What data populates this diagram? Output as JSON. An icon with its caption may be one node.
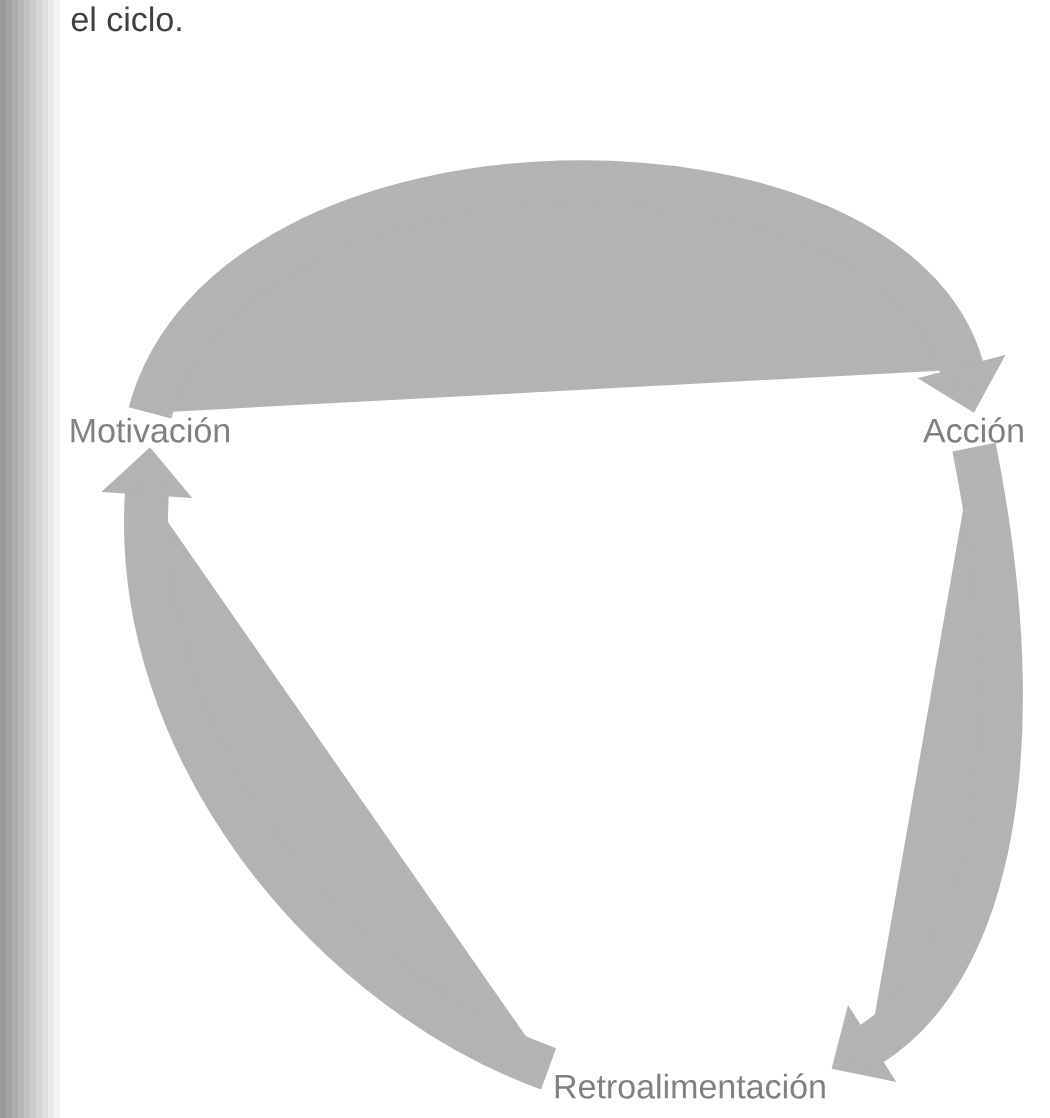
{
  "diagram": {
    "nodes": [
      {
        "text": [
          "Motivación"
        ]
      },
      {
        "text": [
          "Acción"
        ]
      },
      {
        "text": [
          "Retroalimentación"
        ]
      }
    ],
    "edges": [
      {
        "from": 0,
        "to": 1,
        "arrow": "to"
      },
      {
        "from": 1,
        "to": 2,
        "arrow": "to"
      },
      {
        "from": 2,
        "to": 0,
        "arrow": "to"
      }
    ],
    "labels": [
      "el ciclo."
    ]
  }
}
